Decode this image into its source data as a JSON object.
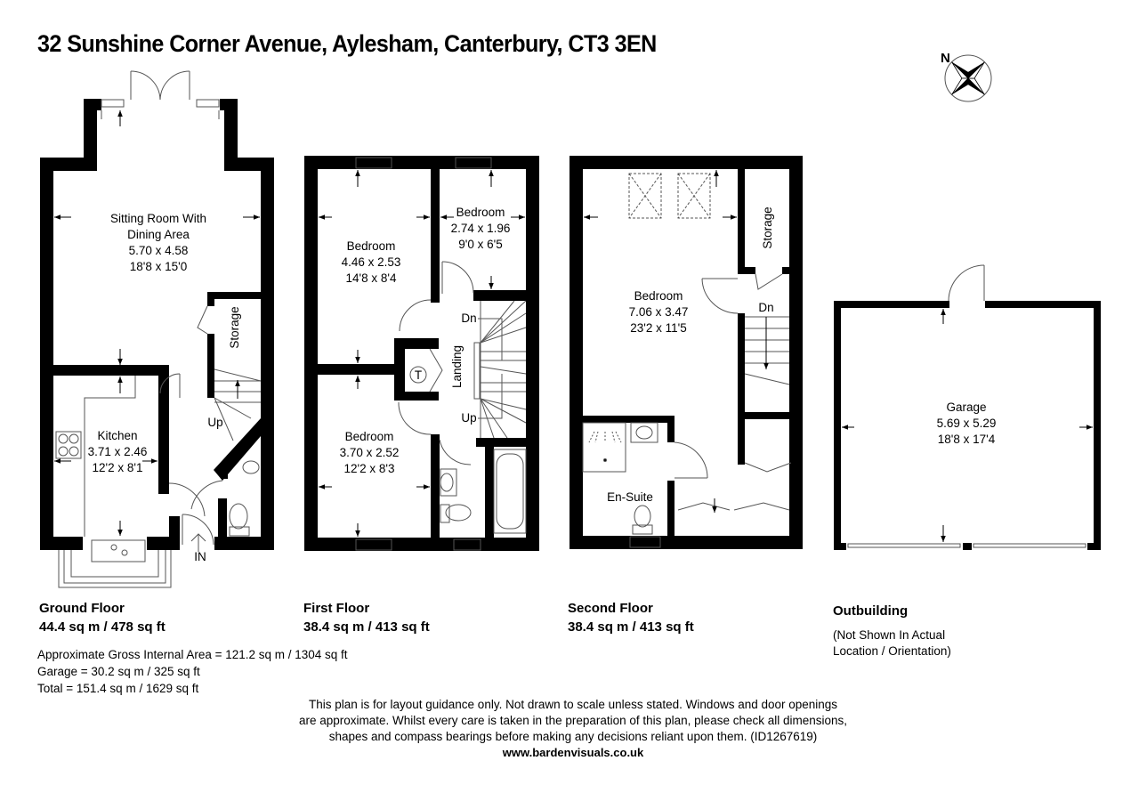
{
  "header": {
    "title": "32 Sunshine Corner Avenue, Aylesham, Canterbury, CT3 3EN"
  },
  "compass": {
    "label": "N",
    "icon": "compass-rose-icon"
  },
  "floors": {
    "ground": {
      "name": "Ground Floor",
      "area": "44.4 sq m / 478 sq ft",
      "rooms": {
        "sitting": {
          "name_line1": "Sitting Room With",
          "name_line2": "Dining Area",
          "metric": "5.70 x 4.58",
          "imperial": "18'8 x 15'0"
        },
        "kitchen": {
          "name": "Kitchen",
          "metric": "3.71 x 2.46",
          "imperial": "12'2 x 8'1"
        },
        "storage": {
          "name": "Storage"
        }
      },
      "labels": {
        "stairs_up": "Up",
        "entrance": "IN"
      }
    },
    "first": {
      "name": "First Floor",
      "area": "38.4 sq m / 413 sq ft",
      "rooms": {
        "bedroom_front_left": {
          "name": "Bedroom",
          "metric": "4.46 x 2.53",
          "imperial": "14'8 x 8'4"
        },
        "bedroom_small": {
          "name": "Bedroom",
          "metric": "2.74 x 1.96",
          "imperial": "9'0 x 6'5"
        },
        "bedroom_rear": {
          "name": "Bedroom",
          "metric": "3.70 x 2.52",
          "imperial": "12'2 x 8'3"
        },
        "landing": {
          "name": "Landing"
        },
        "cupboard": {
          "symbol": "T"
        }
      },
      "labels": {
        "stairs_down": "Dn",
        "stairs_up": "Up"
      }
    },
    "second": {
      "name": "Second Floor",
      "area": "38.4 sq m / 413 sq ft",
      "rooms": {
        "bedroom": {
          "name": "Bedroom",
          "metric": "7.06 x 3.47",
          "imperial": "23'2 x 11'5"
        },
        "storage": {
          "name": "Storage"
        },
        "ensuite": {
          "name": "En-Suite"
        }
      },
      "labels": {
        "stairs_down": "Dn"
      }
    },
    "outbuilding": {
      "name": "Outbuilding",
      "note_line1": "(Not Shown In Actual",
      "note_line2": "Location / Orientation)",
      "rooms": {
        "garage": {
          "name": "Garage",
          "metric": "5.69 x 5.29",
          "imperial": "18'8 x 17'4"
        }
      }
    }
  },
  "area_summary": {
    "gross": "Approximate Gross Internal Area = 121.2 sq m / 1304 sq ft",
    "garage": "Garage = 30.2 sq m / 325 sq ft",
    "total": "Total = 151.4 sq m / 1629 sq ft"
  },
  "disclaimer": {
    "line1": "This plan is for layout guidance only. Not drawn to scale unless stated. Windows and door openings",
    "line2": "are approximate. Whilst every care is taken in the preparation of this plan, please check all dimensions,",
    "line3": "shapes and compass bearings before making any decisions reliant upon them. (ID1267619)",
    "website": "www.bardenvisuals.co.uk"
  },
  "colors": {
    "wall": "#000000",
    "line": "#555555",
    "background": "#ffffff"
  }
}
